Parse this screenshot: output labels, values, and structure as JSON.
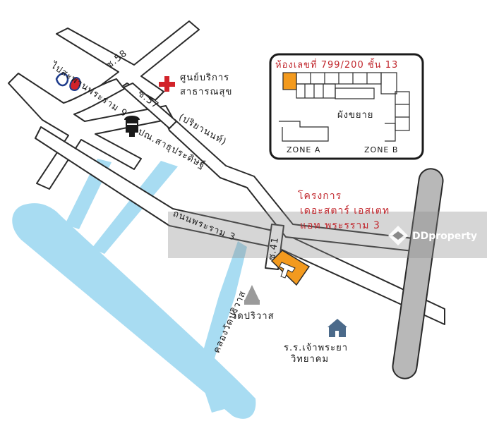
{
  "map": {
    "colors": {
      "water": "#a8dcf2",
      "road_fill": "#ffffff",
      "road_stroke": "#2a2a2a",
      "project": "#f39a1e",
      "hospital_red": "#d2232a",
      "highlight_text": "#c1272d",
      "watermark_band": "#8a8a8a",
      "highway": "#b8b8b8"
    },
    "labels": {
      "soi58": "ซ.58",
      "soi57": "ซ.57",
      "soi41": "ซ.41",
      "health_center_line1": "ศูนย์บริการ",
      "health_center_line2": "สาธารณสุข",
      "post_office_road": "ปณ.สาธุประดิษฐ์",
      "pariyanon": "(ปริยานนท์)",
      "to_bridge": "ไปสะพานพระราม 9",
      "rama3_road": "ถนนพระราม 3",
      "canal": "คลองวัดปริวาส",
      "temple": "วัดปริวาส",
      "school_line1": "ร.ร.เจ้าพระยา",
      "school_line2": "วิทยาคม",
      "project_line1": "โครงการ",
      "project_line2": "เดอะสตาร์ เอสเตท",
      "project_line3": "แอท พระรราม 3"
    },
    "inset": {
      "room_label": "ห้องเลขที่ 799/200 ชั้น 13",
      "plan_label": "ผังขยาย",
      "zone_a": "ZONE A",
      "zone_b": "ZONE B"
    },
    "watermark": {
      "text": "DDproperty"
    },
    "icons": [
      "ptt-logo-icon",
      "hospital-cross-icon",
      "mailbox-icon",
      "temple-icon",
      "school-icon",
      "ddproperty-logo-icon"
    ]
  }
}
